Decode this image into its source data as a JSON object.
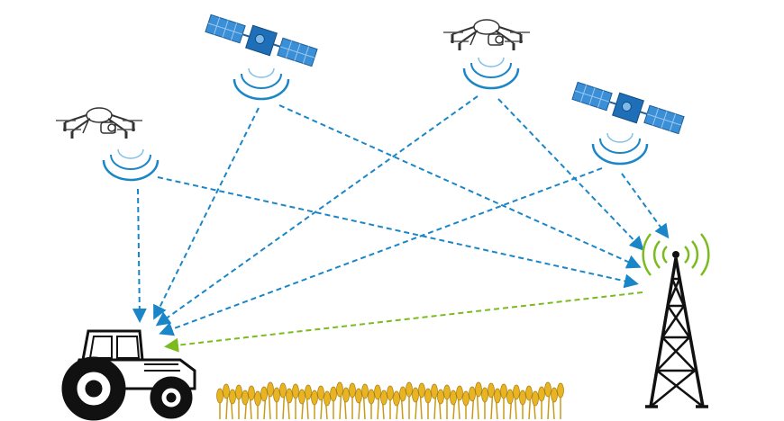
{
  "diagram": {
    "type": "precision-agriculture-communication",
    "nodes": [
      {
        "id": "drone-1",
        "icon": "drone-icon"
      },
      {
        "id": "satellite-1",
        "icon": "satellite-icon"
      },
      {
        "id": "drone-2",
        "icon": "drone-icon"
      },
      {
        "id": "satellite-2",
        "icon": "satellite-icon"
      },
      {
        "id": "cell-tower",
        "icon": "cell-tower-icon"
      },
      {
        "id": "tractor",
        "icon": "tractor-icon"
      },
      {
        "id": "crop-field",
        "icon": "wheat-field-icon"
      }
    ],
    "links": [
      {
        "from": "drone-1",
        "to": "tractor",
        "style": "dashed-blue"
      },
      {
        "from": "drone-1",
        "to": "cell-tower",
        "style": "dashed-blue"
      },
      {
        "from": "satellite-1",
        "to": "tractor",
        "style": "dashed-blue"
      },
      {
        "from": "satellite-1",
        "to": "cell-tower",
        "style": "dashed-blue"
      },
      {
        "from": "drone-2",
        "to": "tractor",
        "style": "dashed-blue"
      },
      {
        "from": "drone-2",
        "to": "cell-tower",
        "style": "dashed-blue"
      },
      {
        "from": "satellite-2",
        "to": "tractor",
        "style": "dashed-blue"
      },
      {
        "from": "satellite-2",
        "to": "cell-tower",
        "style": "dashed-blue"
      },
      {
        "from": "cell-tower",
        "to": "tractor",
        "style": "dashed-green"
      }
    ],
    "colors": {
      "blue": "#1a86c8",
      "green": "#7cbb1e",
      "satellite": "#3a8fd6",
      "wheat": "#e8b422",
      "outline": "#111111"
    }
  }
}
